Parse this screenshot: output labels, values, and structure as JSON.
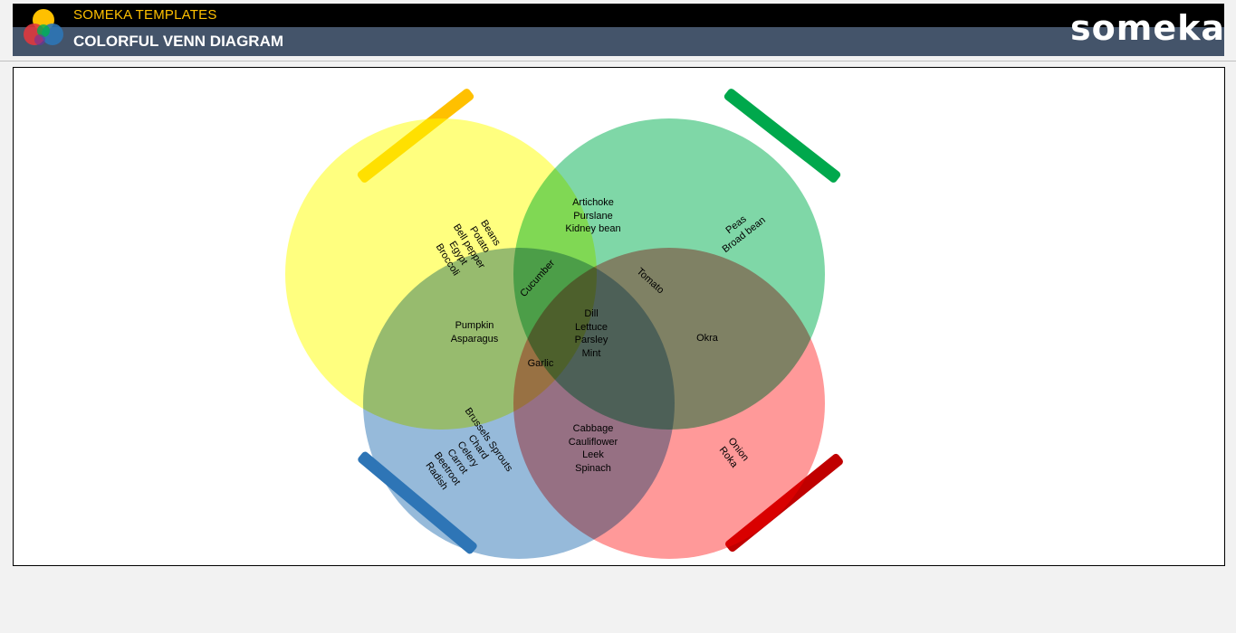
{
  "header": {
    "brand": "SOMEKA TEMPLATES",
    "title": "COLORFUL VENN DIAGRAM",
    "logo_text": "someka",
    "colors": {
      "top_bar": "#000000",
      "title_bar": "#44546a",
      "brand_text": "#ffc000"
    }
  },
  "venn": {
    "sets": [
      {
        "id": "yellow",
        "color": "#ffff00",
        "bar_color": "#ffc000"
      },
      {
        "id": "green",
        "color": "#00b050",
        "bar_color": "#00a84c"
      },
      {
        "id": "blue",
        "color": "#2e75b6",
        "bar_color": "#2e75b6"
      },
      {
        "id": "red",
        "color": "#ff0000",
        "bar_color": "#c00000"
      }
    ],
    "regions": {
      "yellow_only": [
        "Beans",
        "Potato",
        "Bell pepper",
        "Egypt",
        "Broccoli"
      ],
      "green_only": [
        "Peas",
        "Broad bean"
      ],
      "yellow_green": [
        "Artichoke",
        "Purslane",
        "Kidney bean"
      ],
      "yellow_green_blue": [
        "Cucumber"
      ],
      "yellow_green_red": [
        "Tomato"
      ],
      "yellow_blue": [
        "Pumpkin",
        "Asparagus"
      ],
      "all_four": [
        "Dill",
        "Lettuce",
        "Parsley",
        "Mint"
      ],
      "green_red": [
        "Okra"
      ],
      "yellow_blue_red": [
        "Garlic"
      ],
      "blue_only": [
        "Brussels Sprouts",
        "Chard",
        "Celery",
        "Carrot",
        "Beetroot",
        "Radish"
      ],
      "blue_red": [
        "Cabbage",
        "Cauliflower",
        "Leek",
        "Spinach"
      ],
      "red_only": [
        "Onion",
        "Roka"
      ]
    }
  }
}
